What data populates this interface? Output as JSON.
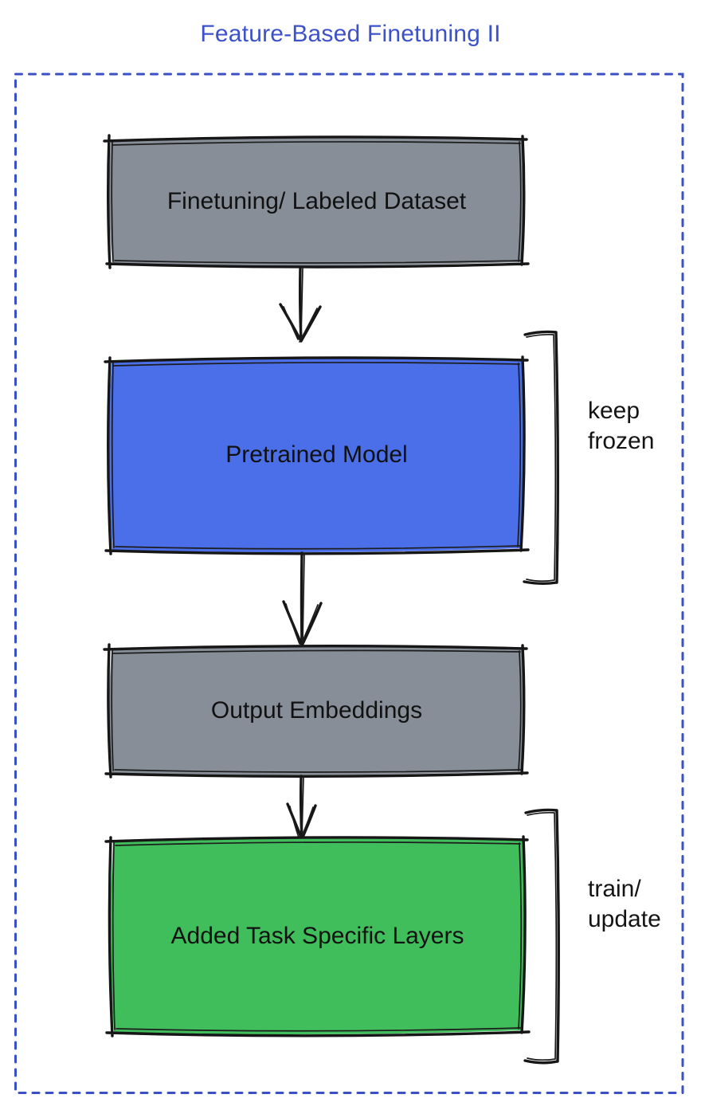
{
  "title": {
    "text": "Feature-Based Finetuning II",
    "color": "#3D52C8"
  },
  "frame": {
    "border_color": "#3A50C4"
  },
  "boxes": [
    {
      "name": "finetuning-labeled-dataset",
      "label": "Finetuning/ Labeled Dataset",
      "fill": "#878E97",
      "text_color": "#111111"
    },
    {
      "name": "pretrained-model",
      "label": "Pretrained Model",
      "fill": "#4B6FE8",
      "text_color": "#111111"
    },
    {
      "name": "output-embeddings",
      "label": "Output Embeddings",
      "fill": "#878E97",
      "text_color": "#111111"
    },
    {
      "name": "added-task-specific-layers",
      "label": "Added Task Specific Layers",
      "fill": "#41BE5C",
      "text_color": "#111111"
    }
  ],
  "annotations": [
    {
      "name": "keep-frozen",
      "line1": "keep",
      "line2": "frozen"
    },
    {
      "name": "train-update",
      "line1": "train/",
      "line2": "update"
    }
  ]
}
